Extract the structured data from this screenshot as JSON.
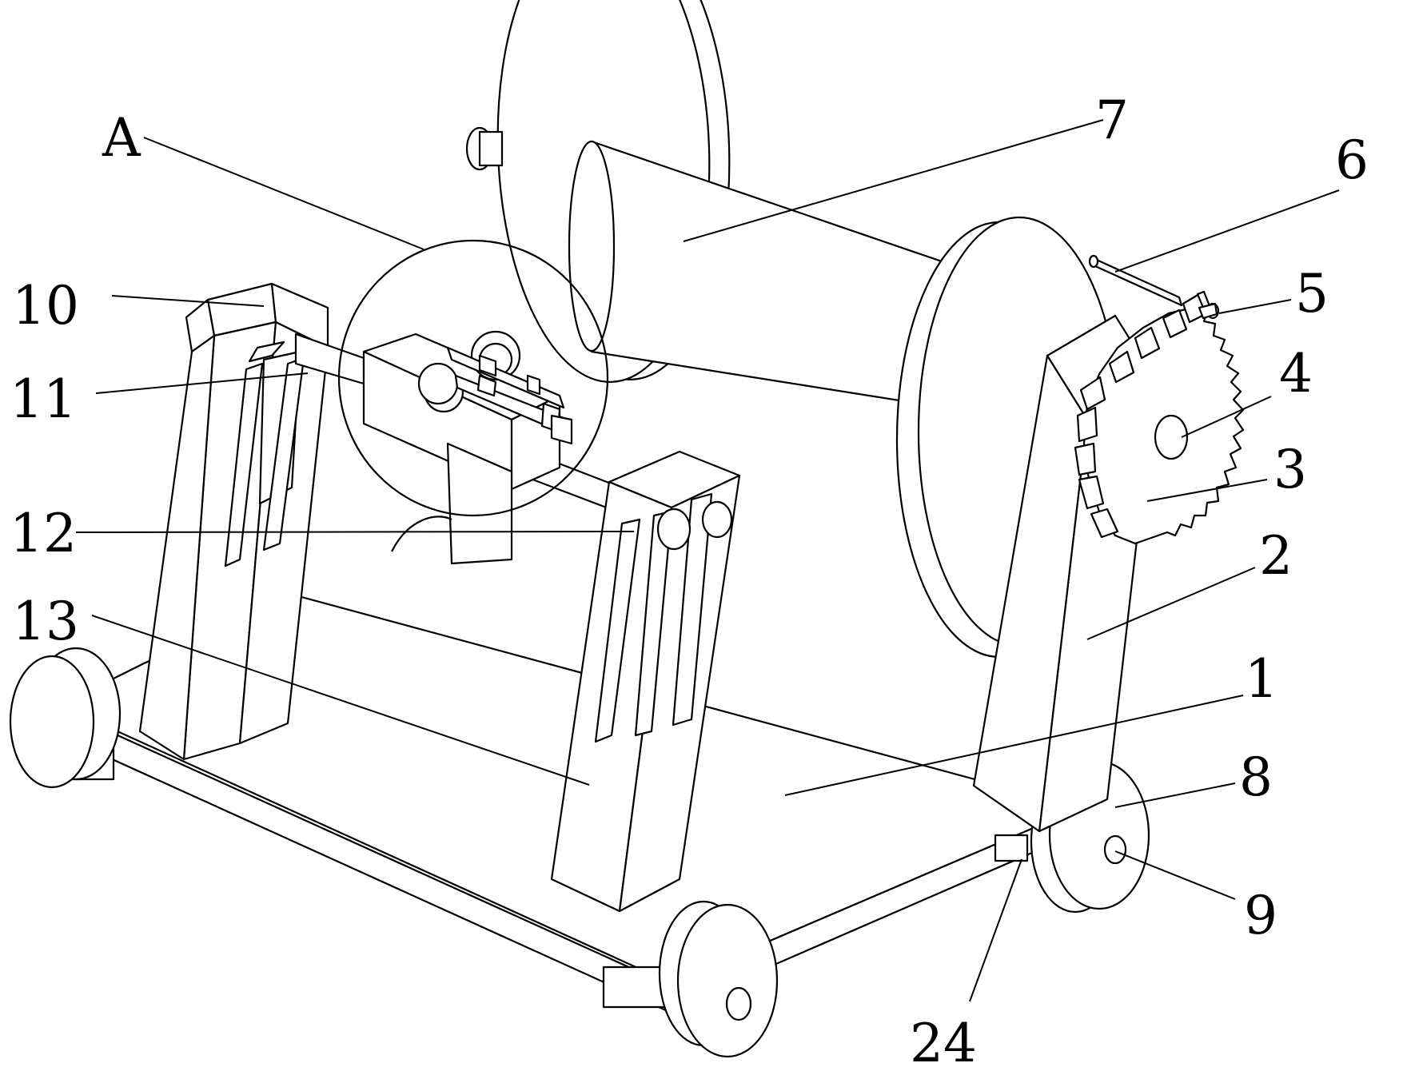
{
  "figure": {
    "labels": {
      "a": "A",
      "n1": "1",
      "n2": "2",
      "n3": "3",
      "n4": "4",
      "n5": "5",
      "n6": "6",
      "n7": "7",
      "n8": "8",
      "n9": "9",
      "n10": "10",
      "n11": "11",
      "n12": "12",
      "n13": "13",
      "n24": "24"
    },
    "colors": {
      "line": "#000000",
      "background": "#ffffff"
    }
  }
}
